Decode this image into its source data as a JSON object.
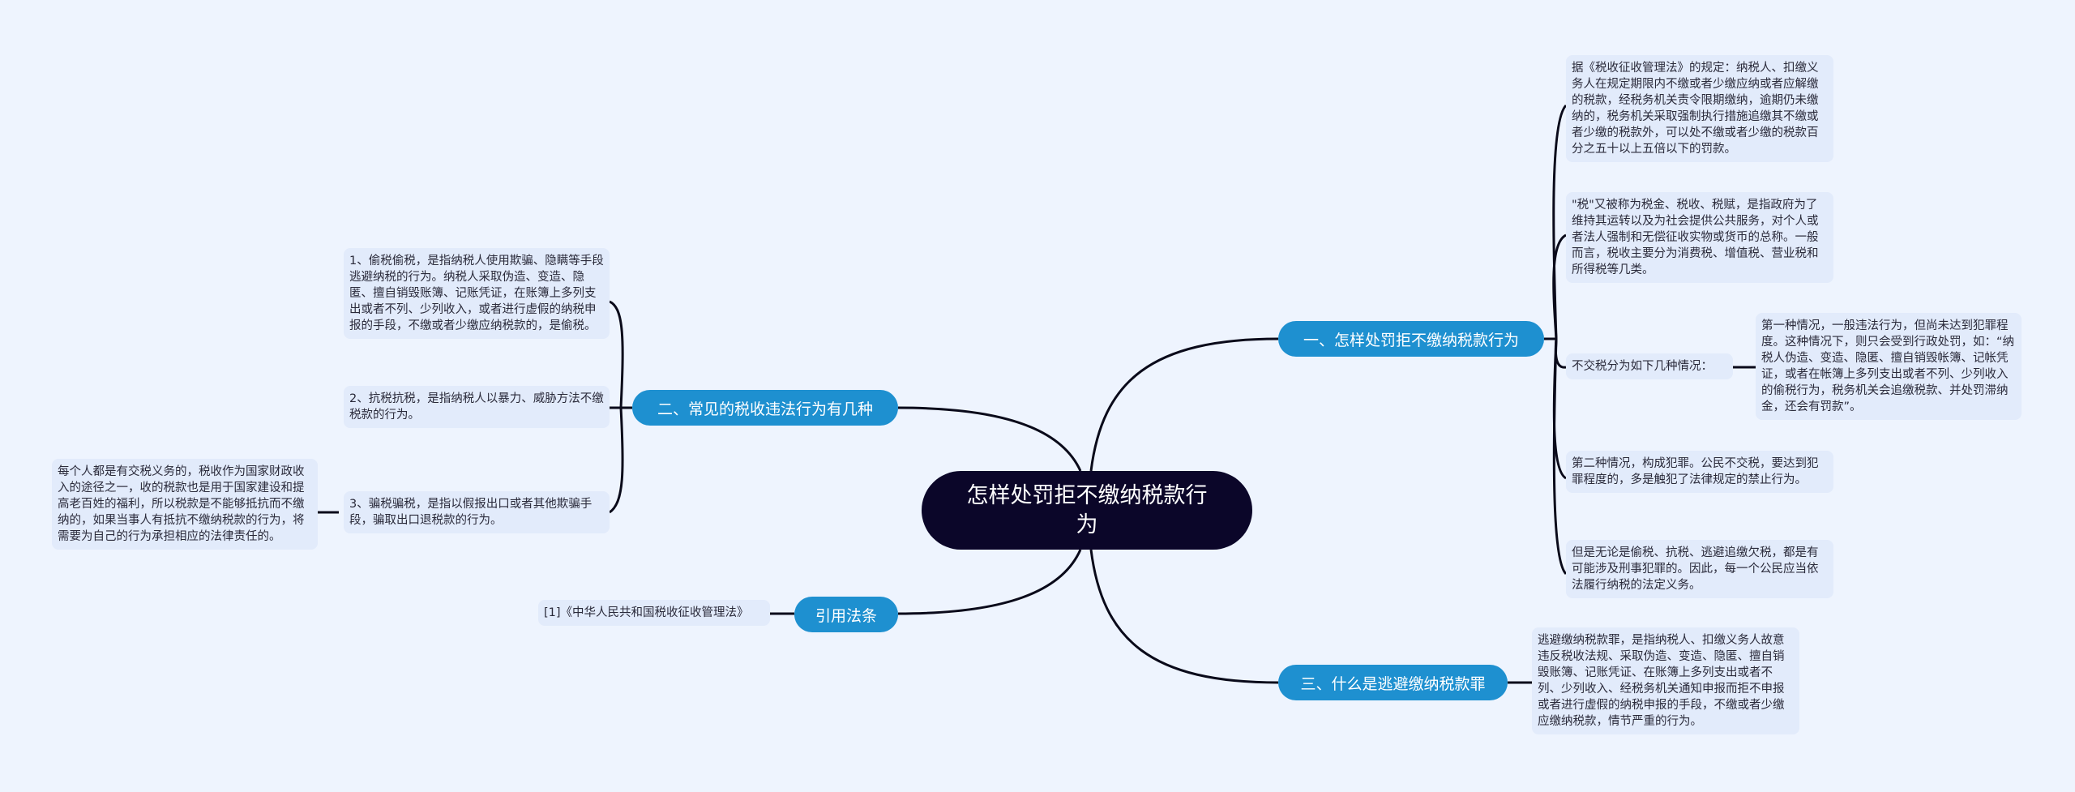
{
  "root": {
    "label": "怎样处罚拒不缴纳税款行为"
  },
  "branches": [
    {
      "label": "一、怎样处罚拒不缴纳税款行为",
      "children": [
        {
          "text": "据《税收征收管理法》的规定：纳税人、扣缴义务人在规定期限内不缴或者少缴应纳或者应解缴的税款，经税务机关责令限期缴纳，逾期仍未缴纳的，税务机关采取强制执行措施追缴其不缴或者少缴的税款外，可以处不缴或者少缴的税款百分之五十以上五倍以下的罚款。"
        },
        {
          "text": "\"税\"又被称为税金、税收、税赋，是指政府为了维持其运转以及为社会提供公共服务，对个人或者法人强制和无偿征收实物或货币的总称。一般而言，税收主要分为消费税、增值税、营业税和所得税等几类。"
        },
        {
          "text": "不交税分为如下几种情况：",
          "children": [
            {
              "text": "第一种情况，一般违法行为，但尚未达到犯罪程度。这种情况下，则只会受到行政处罚，如：“纳税人伪造、变造、隐匿、擅自销毁帐簿、记帐凭证，或者在帐簿上多列支出或者不列、少列收入的偷税行为，税务机关会追缴税款、并处罚滞纳金，还会有罚款”。"
            }
          ]
        },
        {
          "text": "第二种情况，构成犯罪。公民不交税，要达到犯罪程度的，多是触犯了法律规定的禁止行为。"
        },
        {
          "text": "但是无论是偷税、抗税、逃避追缴欠税，都是有可能涉及刑事犯罪的。因此，每一个公民应当依法履行纳税的法定义务。"
        }
      ]
    },
    {
      "label": "二、常见的税收违法行为有几种",
      "children": [
        {
          "text": "1、偷税偷税，是指纳税人使用欺骗、隐瞒等手段逃避纳税的行为。纳税人采取伪造、变造、隐匿、擅自销毁账簿、记账凭证，在账簿上多列支出或者不列、少列收入，或者进行虚假的纳税申报的手段，不缴或者少缴应纳税款的，是偷税。"
        },
        {
          "text": "2、抗税抗税，是指纳税人以暴力、威胁方法不缴税款的行为。"
        },
        {
          "text": "3、骗税骗税，是指以假报出口或者其他欺骗手段，骗取出口退税款的行为。",
          "children": [
            {
              "text": "每个人都是有交税义务的，税收作为国家财政收入的途径之一，收的税款也是用于国家建设和提高老百姓的福利，所以税款是不能够抵抗而不缴纳的，如果当事人有抵抗不缴纳税款的行为，将需要为自己的行为承担相应的法律责任的。"
            }
          ]
        }
      ]
    },
    {
      "label": "引用法条",
      "children": [
        {
          "text": "[1]《中华人民共和国税收征收管理法》"
        }
      ]
    },
    {
      "label": "三、什么是逃避缴纳税款罪",
      "children": [
        {
          "text": "逃避缴纳税款罪，是指纳税人、扣缴义务人故意违反税收法规、采取伪造、变造、隐匿、擅自销毁账簿、记账凭证、在账簿上多列支出或者不列、少列收入、经税务机关通知申报而拒不申报或者进行虚假的纳税申报的手段，不缴或者少缴应缴纳税款，情节严重的行为。"
        }
      ]
    }
  ],
  "colors": {
    "background": "#eef4fe",
    "root_fill": "#0b0629",
    "branch_fill": "#1e90d0",
    "leaf_fill": "#e2ebfb",
    "connector": "#0a0a1a"
  }
}
